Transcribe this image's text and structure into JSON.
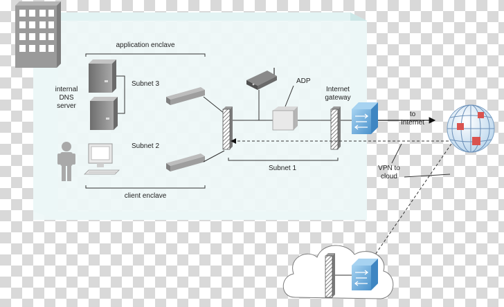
{
  "labels": {
    "application_enclave": "application enclave",
    "client_enclave": "client enclave",
    "subnet3": "Subnet 3",
    "subnet2": "Subnet 2",
    "subnet1": "Subnet 1",
    "dns_line1": "internal",
    "dns_line2": "DNS",
    "dns_line3": "server",
    "adp": "ADP",
    "gateway_line1": "Internet",
    "gateway_line2": "gateway",
    "to_internet_line1": "to",
    "to_internet_line2": "Internet",
    "vpn_line1": "VPN to",
    "vpn_line2": "cloud"
  },
  "colors": {
    "enclave_fill": "#eef8f8",
    "enclave_edge": "#c6e3e3",
    "switch_blue": "#6fb0de",
    "globe_red": "#d9534f",
    "server_gray": "#8e8e8e"
  }
}
